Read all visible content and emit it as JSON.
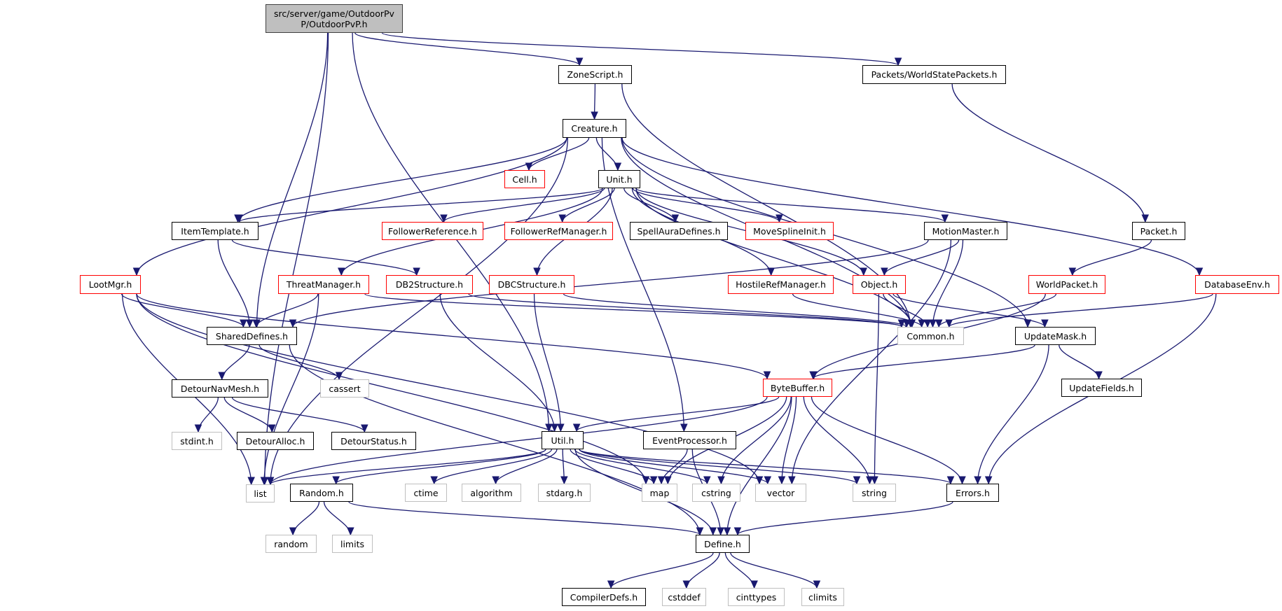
{
  "diagram": {
    "title": "Include dependency graph for OutdoorPvP.h",
    "colors": {
      "edge": "#191970",
      "root_fill": "#bfbfbf",
      "documented_border": "#000000",
      "truncated_border": "#ff0000",
      "external_border": "#bfbfbf"
    },
    "nodes": [
      {
        "id": "root",
        "label": "src/server/game/OutdoorPvP/OutdoorPvP.h",
        "label_lines": [
          "src/server/game/OutdoorPv",
          "P/OutdoorPvP.h"
        ],
        "kind": "root"
      },
      {
        "id": "zonescript",
        "label": "ZoneScript.h",
        "kind": "normal"
      },
      {
        "id": "worldstatepackets",
        "label": "Packets/WorldStatePackets.h",
        "kind": "normal"
      },
      {
        "id": "creature",
        "label": "Creature.h",
        "kind": "normal"
      },
      {
        "id": "cell",
        "label": "Cell.h",
        "kind": "truncated"
      },
      {
        "id": "unit",
        "label": "Unit.h",
        "kind": "normal"
      },
      {
        "id": "itemtemplate",
        "label": "ItemTemplate.h",
        "kind": "normal"
      },
      {
        "id": "followerreference",
        "label": "FollowerReference.h",
        "kind": "truncated"
      },
      {
        "id": "followerrefmanager",
        "label": "FollowerRefManager.h",
        "kind": "truncated"
      },
      {
        "id": "spellauradefines",
        "label": "SpellAuraDefines.h",
        "kind": "normal"
      },
      {
        "id": "movesplineinit",
        "label": "MoveSplineInit.h",
        "kind": "truncated"
      },
      {
        "id": "motionmaster",
        "label": "MotionMaster.h",
        "kind": "normal"
      },
      {
        "id": "packet",
        "label": "Packet.h",
        "kind": "normal"
      },
      {
        "id": "lootmgr",
        "label": "LootMgr.h",
        "kind": "truncated"
      },
      {
        "id": "threatmanager",
        "label": "ThreatManager.h",
        "kind": "truncated"
      },
      {
        "id": "db2structure",
        "label": "DB2Structure.h",
        "kind": "truncated"
      },
      {
        "id": "dbcstructure",
        "label": "DBCStructure.h",
        "kind": "truncated"
      },
      {
        "id": "hostilerefmanager",
        "label": "HostileRefManager.h",
        "kind": "truncated"
      },
      {
        "id": "object",
        "label": "Object.h",
        "kind": "truncated"
      },
      {
        "id": "worldpacket",
        "label": "WorldPacket.h",
        "kind": "truncated"
      },
      {
        "id": "databaseenv",
        "label": "DatabaseEnv.h",
        "kind": "truncated"
      },
      {
        "id": "shareddefines",
        "label": "SharedDefines.h",
        "kind": "normal"
      },
      {
        "id": "common",
        "label": "Common.h",
        "kind": "external"
      },
      {
        "id": "updatemask",
        "label": "UpdateMask.h",
        "kind": "normal"
      },
      {
        "id": "detournavmesh",
        "label": "DetourNavMesh.h",
        "kind": "normal"
      },
      {
        "id": "cassert",
        "label": "cassert",
        "kind": "external"
      },
      {
        "id": "bytebuffer",
        "label": "ByteBuffer.h",
        "kind": "truncated"
      },
      {
        "id": "updatefields",
        "label": "UpdateFields.h",
        "kind": "normal"
      },
      {
        "id": "stdint",
        "label": "stdint.h",
        "kind": "external"
      },
      {
        "id": "detouralloc",
        "label": "DetourAlloc.h",
        "kind": "normal"
      },
      {
        "id": "detourstatus",
        "label": "DetourStatus.h",
        "kind": "normal"
      },
      {
        "id": "util",
        "label": "Util.h",
        "kind": "normal"
      },
      {
        "id": "eventprocessor",
        "label": "EventProcessor.h",
        "kind": "normal"
      },
      {
        "id": "list",
        "label": "list",
        "kind": "external"
      },
      {
        "id": "random_h",
        "label": "Random.h",
        "kind": "normal"
      },
      {
        "id": "ctime",
        "label": "ctime",
        "kind": "external"
      },
      {
        "id": "algorithm",
        "label": "algorithm",
        "kind": "external"
      },
      {
        "id": "stdarg",
        "label": "stdarg.h",
        "kind": "external"
      },
      {
        "id": "map",
        "label": "map",
        "kind": "external"
      },
      {
        "id": "cstring",
        "label": "cstring",
        "kind": "external"
      },
      {
        "id": "vector",
        "label": "vector",
        "kind": "external"
      },
      {
        "id": "string",
        "label": "string",
        "kind": "external"
      },
      {
        "id": "errors",
        "label": "Errors.h",
        "kind": "normal"
      },
      {
        "id": "random",
        "label": "random",
        "kind": "external"
      },
      {
        "id": "limits",
        "label": "limits",
        "kind": "external"
      },
      {
        "id": "define",
        "label": "Define.h",
        "kind": "normal"
      },
      {
        "id": "compilerdefs",
        "label": "CompilerDefs.h",
        "kind": "normal"
      },
      {
        "id": "cstddef",
        "label": "cstddef",
        "kind": "external"
      },
      {
        "id": "cinttypes",
        "label": "cinttypes",
        "kind": "external"
      },
      {
        "id": "climits",
        "label": "climits",
        "kind": "external"
      }
    ],
    "edges": [
      [
        "root",
        "zonescript"
      ],
      [
        "root",
        "worldstatepackets"
      ],
      [
        "root",
        "shareddefines"
      ],
      [
        "root",
        "util"
      ],
      [
        "root",
        "list"
      ],
      [
        "zonescript",
        "creature"
      ],
      [
        "zonescript",
        "common"
      ],
      [
        "worldstatepackets",
        "packet"
      ],
      [
        "creature",
        "cell"
      ],
      [
        "creature",
        "unit"
      ],
      [
        "creature",
        "lootmgr"
      ],
      [
        "creature",
        "list"
      ],
      [
        "creature",
        "common"
      ],
      [
        "creature",
        "updatemask"
      ],
      [
        "creature",
        "databaseenv"
      ],
      [
        "creature",
        "eventprocessor"
      ],
      [
        "creature",
        "itemtemplate"
      ],
      [
        "unit",
        "itemtemplate"
      ],
      [
        "unit",
        "followerreference"
      ],
      [
        "unit",
        "followerrefmanager"
      ],
      [
        "unit",
        "spellauradefines"
      ],
      [
        "unit",
        "movesplineinit"
      ],
      [
        "unit",
        "motionmaster"
      ],
      [
        "unit",
        "threatmanager"
      ],
      [
        "unit",
        "dbcstructure"
      ],
      [
        "unit",
        "hostilerefmanager"
      ],
      [
        "unit",
        "object"
      ],
      [
        "unit",
        "common"
      ],
      [
        "itemtemplate",
        "shareddefines"
      ],
      [
        "itemtemplate",
        "db2structure"
      ],
      [
        "motionmaster",
        "shareddefines"
      ],
      [
        "motionmaster",
        "object"
      ],
      [
        "motionmaster",
        "common"
      ],
      [
        "motionmaster",
        "vector"
      ],
      [
        "packet",
        "worldpacket"
      ],
      [
        "lootmgr",
        "shareddefines"
      ],
      [
        "lootmgr",
        "bytebuffer"
      ],
      [
        "lootmgr",
        "list"
      ],
      [
        "lootmgr",
        "map"
      ],
      [
        "lootmgr",
        "vector"
      ],
      [
        "threatmanager",
        "shareddefines"
      ],
      [
        "threatmanager",
        "common"
      ],
      [
        "threatmanager",
        "list"
      ],
      [
        "db2structure",
        "common"
      ],
      [
        "db2structure",
        "util"
      ],
      [
        "dbcstructure",
        "common"
      ],
      [
        "dbcstructure",
        "util"
      ],
      [
        "hostilerefmanager",
        "common"
      ],
      [
        "object",
        "common"
      ],
      [
        "object",
        "updatemask"
      ],
      [
        "object",
        "string"
      ],
      [
        "worldpacket",
        "common"
      ],
      [
        "worldpacket",
        "bytebuffer"
      ],
      [
        "databaseenv",
        "common"
      ],
      [
        "databaseenv",
        "errors"
      ],
      [
        "shareddefines",
        "detournavmesh"
      ],
      [
        "shareddefines",
        "cassert"
      ],
      [
        "shareddefines",
        "define"
      ],
      [
        "updatemask",
        "bytebuffer"
      ],
      [
        "updatemask",
        "updatefields"
      ],
      [
        "updatemask",
        "errors"
      ],
      [
        "detournavmesh",
        "stdint"
      ],
      [
        "detournavmesh",
        "detouralloc"
      ],
      [
        "detournavmesh",
        "detourstatus"
      ],
      [
        "bytebuffer",
        "util"
      ],
      [
        "bytebuffer",
        "list"
      ],
      [
        "bytebuffer",
        "map"
      ],
      [
        "bytebuffer",
        "cstring"
      ],
      [
        "bytebuffer",
        "vector"
      ],
      [
        "bytebuffer",
        "string"
      ],
      [
        "bytebuffer",
        "errors"
      ],
      [
        "bytebuffer",
        "define"
      ],
      [
        "util",
        "list"
      ],
      [
        "util",
        "random_h"
      ],
      [
        "util",
        "ctime"
      ],
      [
        "util",
        "algorithm"
      ],
      [
        "util",
        "stdarg"
      ],
      [
        "util",
        "map"
      ],
      [
        "util",
        "cstring"
      ],
      [
        "util",
        "vector"
      ],
      [
        "util",
        "string"
      ],
      [
        "util",
        "errors"
      ],
      [
        "util",
        "define"
      ],
      [
        "eventprocessor",
        "map"
      ],
      [
        "eventprocessor",
        "define"
      ],
      [
        "random_h",
        "random"
      ],
      [
        "random_h",
        "limits"
      ],
      [
        "random_h",
        "define"
      ],
      [
        "errors",
        "define"
      ],
      [
        "define",
        "compilerdefs"
      ],
      [
        "define",
        "cstddef"
      ],
      [
        "define",
        "cinttypes"
      ],
      [
        "define",
        "climits"
      ]
    ]
  }
}
